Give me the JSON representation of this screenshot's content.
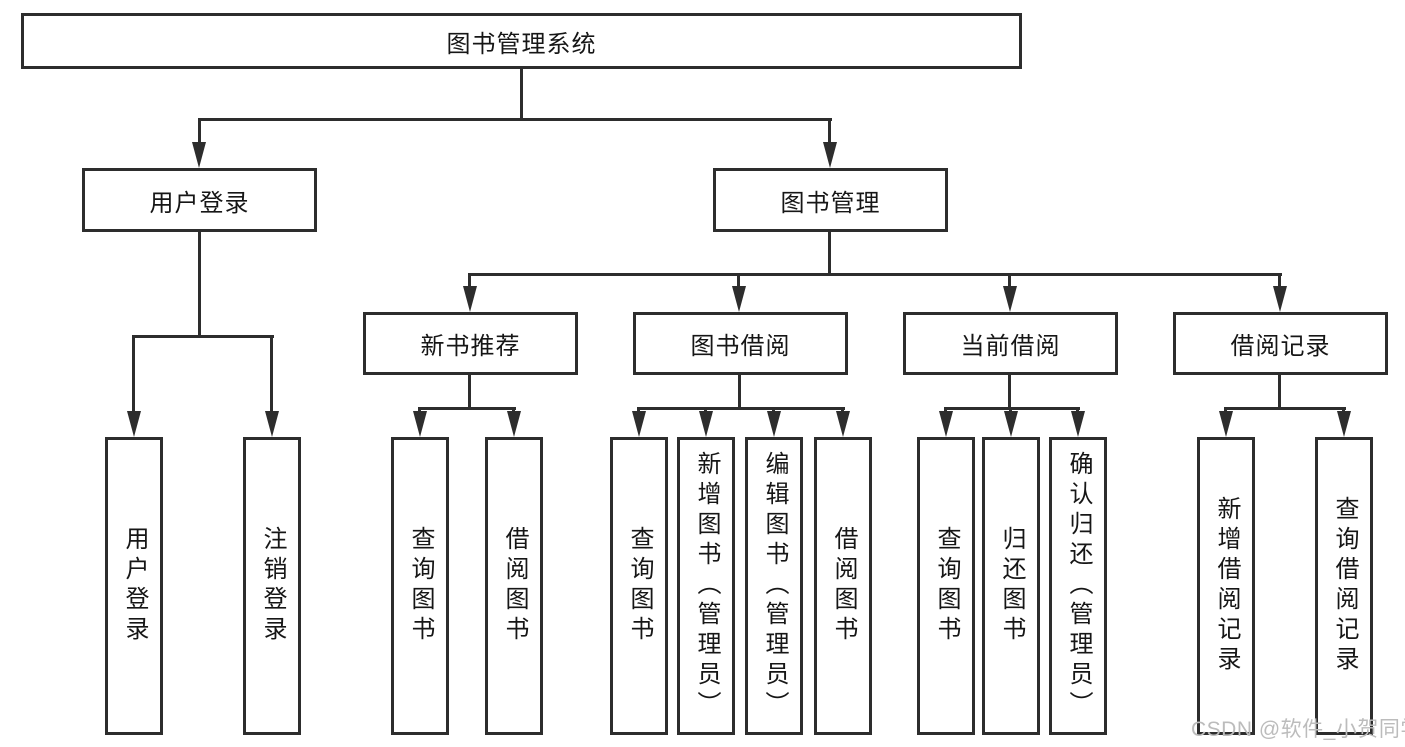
{
  "diagram": {
    "root": {
      "label": "图书管理系统"
    },
    "level2": [
      {
        "label": "用户登录"
      },
      {
        "label": "图书管理"
      }
    ],
    "level3": [
      {
        "label": "新书推荐",
        "parent": "图书管理"
      },
      {
        "label": "图书借阅",
        "parent": "图书管理"
      },
      {
        "label": "当前借阅",
        "parent": "图书管理"
      },
      {
        "label": "借阅记录",
        "parent": "图书管理"
      }
    ],
    "leaves": [
      {
        "label": "用户登录",
        "parent": "用户登录"
      },
      {
        "label": "注销登录",
        "parent": "用户登录"
      },
      {
        "label": "查询图书",
        "parent": "新书推荐"
      },
      {
        "label": "借阅图书",
        "parent": "新书推荐"
      },
      {
        "label": "查询图书",
        "parent": "图书借阅"
      },
      {
        "label": "新增图书（管理员）",
        "parent": "图书借阅"
      },
      {
        "label": "编辑图书（管理员）",
        "parent": "图书借阅"
      },
      {
        "label": "借阅图书",
        "parent": "图书借阅"
      },
      {
        "label": "查询图书",
        "parent": "当前借阅"
      },
      {
        "label": "归还图书",
        "parent": "当前借阅"
      },
      {
        "label": "确认归还（管理员）",
        "parent": "当前借阅"
      },
      {
        "label": "新增借阅记录",
        "parent": "借阅记录"
      },
      {
        "label": "查询借阅记录",
        "parent": "借阅记录"
      }
    ]
  },
  "watermark": {
    "text": "CSDN @软件_小贺同学"
  },
  "colors": {
    "line": "#2d2d2d",
    "box_background": "#ffffff",
    "text": "#161616",
    "watermark": "#bcbcbc"
  }
}
